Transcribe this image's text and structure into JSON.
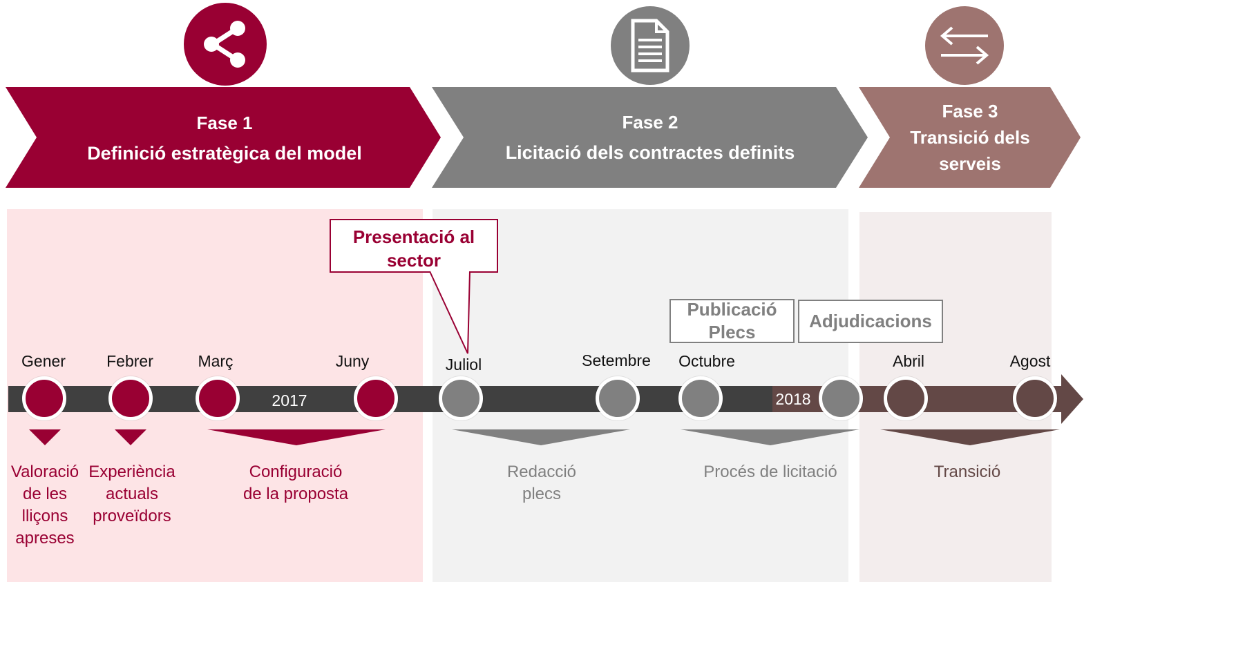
{
  "colors": {
    "phase1": "#990033",
    "phase2": "#808080",
    "phase3": "#9e7470",
    "phase1_bg": "#fde4e6",
    "phase2_bg": "#f2f2f2",
    "phase3_bg": "#f3eded",
    "timeline": "#404040",
    "timeline_phase3": "#634846"
  },
  "phases": [
    {
      "label": "Fase 1",
      "title": "Definició estratègica del model",
      "icon": "share-icon"
    },
    {
      "label": "Fase 2",
      "title": "Licitació dels contractes definits",
      "icon": "document-icon"
    },
    {
      "label": "Fase 3",
      "title_lines": [
        "Transició dels",
        "serveis"
      ],
      "icon": "swap-arrows-icon"
    }
  ],
  "callout": {
    "lines": [
      "Presentació al",
      "sector"
    ]
  },
  "events": [
    {
      "lines": [
        "Publicació",
        "Plecs"
      ]
    },
    {
      "lines": [
        "Adjudicacions"
      ]
    }
  ],
  "months": [
    "Gener",
    "Febrer",
    "Març",
    "Juny",
    "Juliol",
    "Setembre",
    "Octubre",
    "Abril",
    "Agost"
  ],
  "years": [
    "2017",
    "2018"
  ],
  "activities": [
    {
      "lines": [
        "Valoració",
        "de les",
        "lliçons",
        "apreses"
      ]
    },
    {
      "lines": [
        "Experiència",
        "actuals",
        "proveïdors"
      ]
    },
    {
      "lines": [
        "Configuració",
        "de la proposta"
      ]
    },
    {
      "lines": [
        "Redacció",
        "plecs"
      ]
    },
    {
      "lines": [
        "Procés de licitació"
      ]
    },
    {
      "lines": [
        "Transició"
      ]
    }
  ]
}
